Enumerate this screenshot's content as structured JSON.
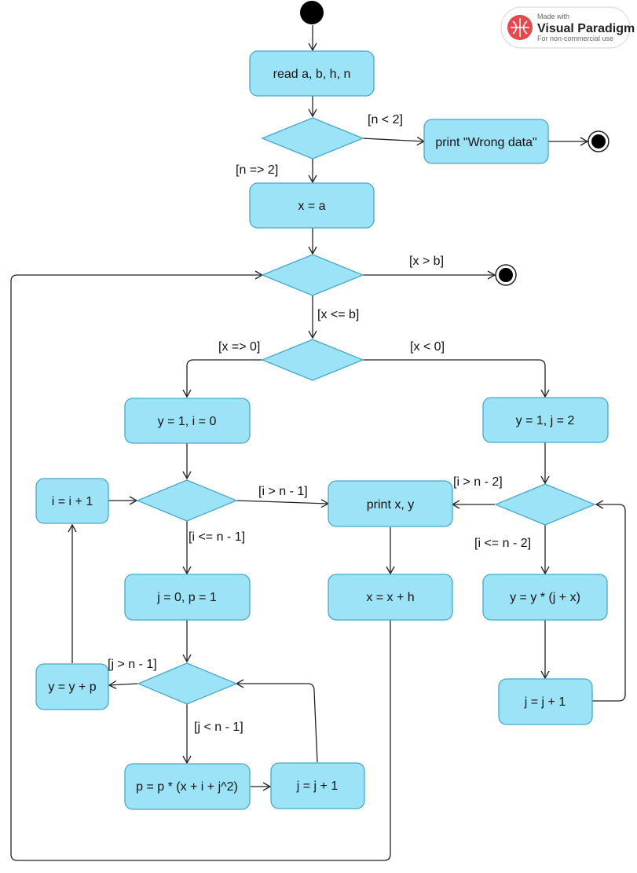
{
  "watermark": {
    "line1": "Made with",
    "line2": "Visual Paradigm",
    "line3": "For non-commercial use"
  },
  "nodes": {
    "read": "read a, b, h, n",
    "print_wrong": "print \"Wrong data\"",
    "x_eq_a": "x = a",
    "y1_i0": "y = 1, i = 0",
    "y1_j2": "y = 1, j = 2",
    "i_inc": "i = i + 1",
    "print_xy": "print x, y",
    "j0_p1": "j = 0, p = 1",
    "x_inc": "x = x + h",
    "y_mul": "y = y * (j + x)",
    "y_add": "y = y + p",
    "j_inc_right": "j = j + 1",
    "p_mul": "p = p * (x + i + j^2)",
    "j_inc_left": "j = j + 1"
  },
  "guards": {
    "n_lt_2": "[n < 2]",
    "n_ge_2": "[n => 2]",
    "x_gt_b": "[x > b]",
    "x_le_b": "[x <= b]",
    "x_ge_0": "[x => 0]",
    "x_lt_0": "[x < 0]",
    "i_gt": "[i > n - 1]",
    "i_le": "[i <= n - 1]",
    "i_gt_2": "[i > n - 2]",
    "i_le_2": "[i <= n - 2]",
    "j_gt": "[j > n - 1]",
    "j_lt": "[j < n - 1]"
  },
  "colors": {
    "node_fill": "#9de3f7",
    "node_stroke": "#4aa7c8",
    "line": "#222222",
    "start": "#000000"
  }
}
